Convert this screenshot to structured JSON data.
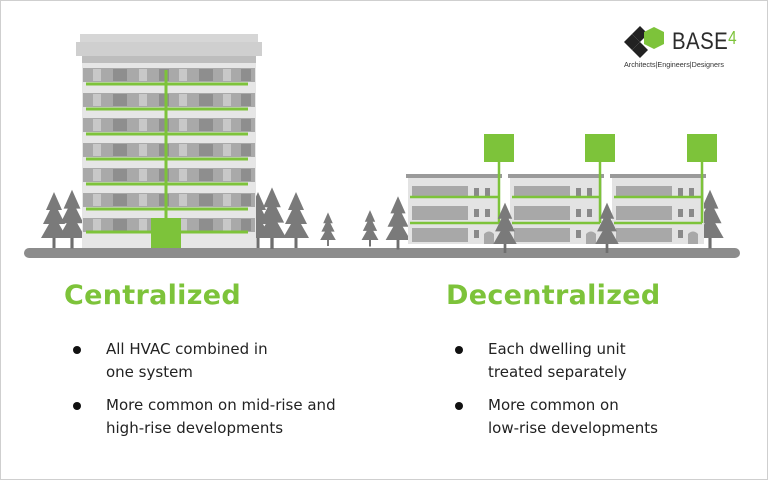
{
  "logo": {
    "name": "BASE",
    "suffix": "4",
    "tagline": "Architects|Engineers|Designers"
  },
  "colors": {
    "accent": "#7dc33a",
    "building_gray": "#d9d9d9",
    "ground": "#8c8c8c",
    "tree": "#7a7a7a",
    "text": "#222222"
  },
  "centralized": {
    "title": "Centralized",
    "bullets": [
      {
        "line1": "All HVAC combined in",
        "line2": "one system"
      },
      {
        "line1": "More common on mid-rise and",
        "line2": "high-rise developments"
      }
    ]
  },
  "decentralized": {
    "title": "Decentralized",
    "bullets": [
      {
        "line1": "Each dwelling unit",
        "line2": "treated separately"
      },
      {
        "line1": "More common on",
        "line2": "low-rise developments"
      }
    ]
  },
  "illustration": {
    "highrise_floors": 7,
    "lowrise_buildings": 3,
    "lowrise_floors": 3
  }
}
